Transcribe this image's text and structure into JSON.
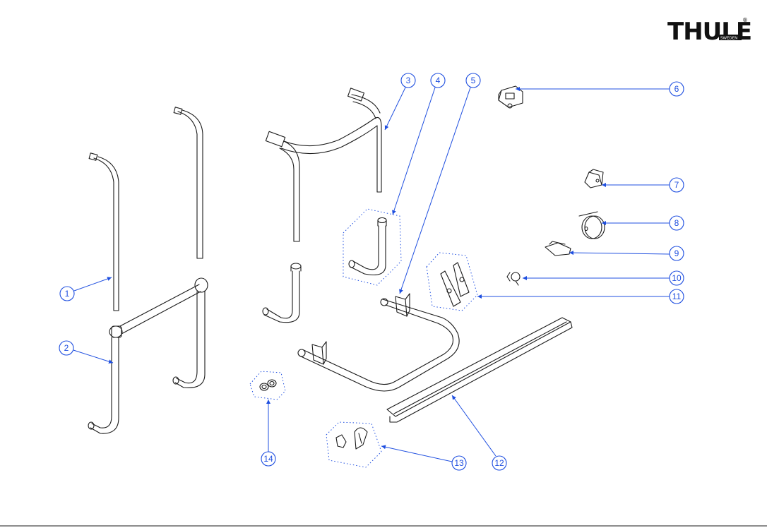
{
  "brand": {
    "logo_text": "THULE",
    "logo_subtext": "SWEDEN",
    "registered_mark": "®"
  },
  "colors": {
    "line": "#1a1a1a",
    "callout": "#1f4fe0",
    "background": "#ffffff"
  },
  "callouts": [
    {
      "id": "1",
      "label": "1"
    },
    {
      "id": "2",
      "label": "2"
    },
    {
      "id": "3",
      "label": "3"
    },
    {
      "id": "4",
      "label": "4"
    },
    {
      "id": "5",
      "label": "5"
    },
    {
      "id": "6",
      "label": "6"
    },
    {
      "id": "7",
      "label": "7"
    },
    {
      "id": "8",
      "label": "8"
    },
    {
      "id": "9",
      "label": "9"
    },
    {
      "id": "10",
      "label": "10"
    },
    {
      "id": "11",
      "label": "11"
    },
    {
      "id": "12",
      "label": "12"
    },
    {
      "id": "13",
      "label": "13"
    },
    {
      "id": "14",
      "label": "14"
    }
  ]
}
